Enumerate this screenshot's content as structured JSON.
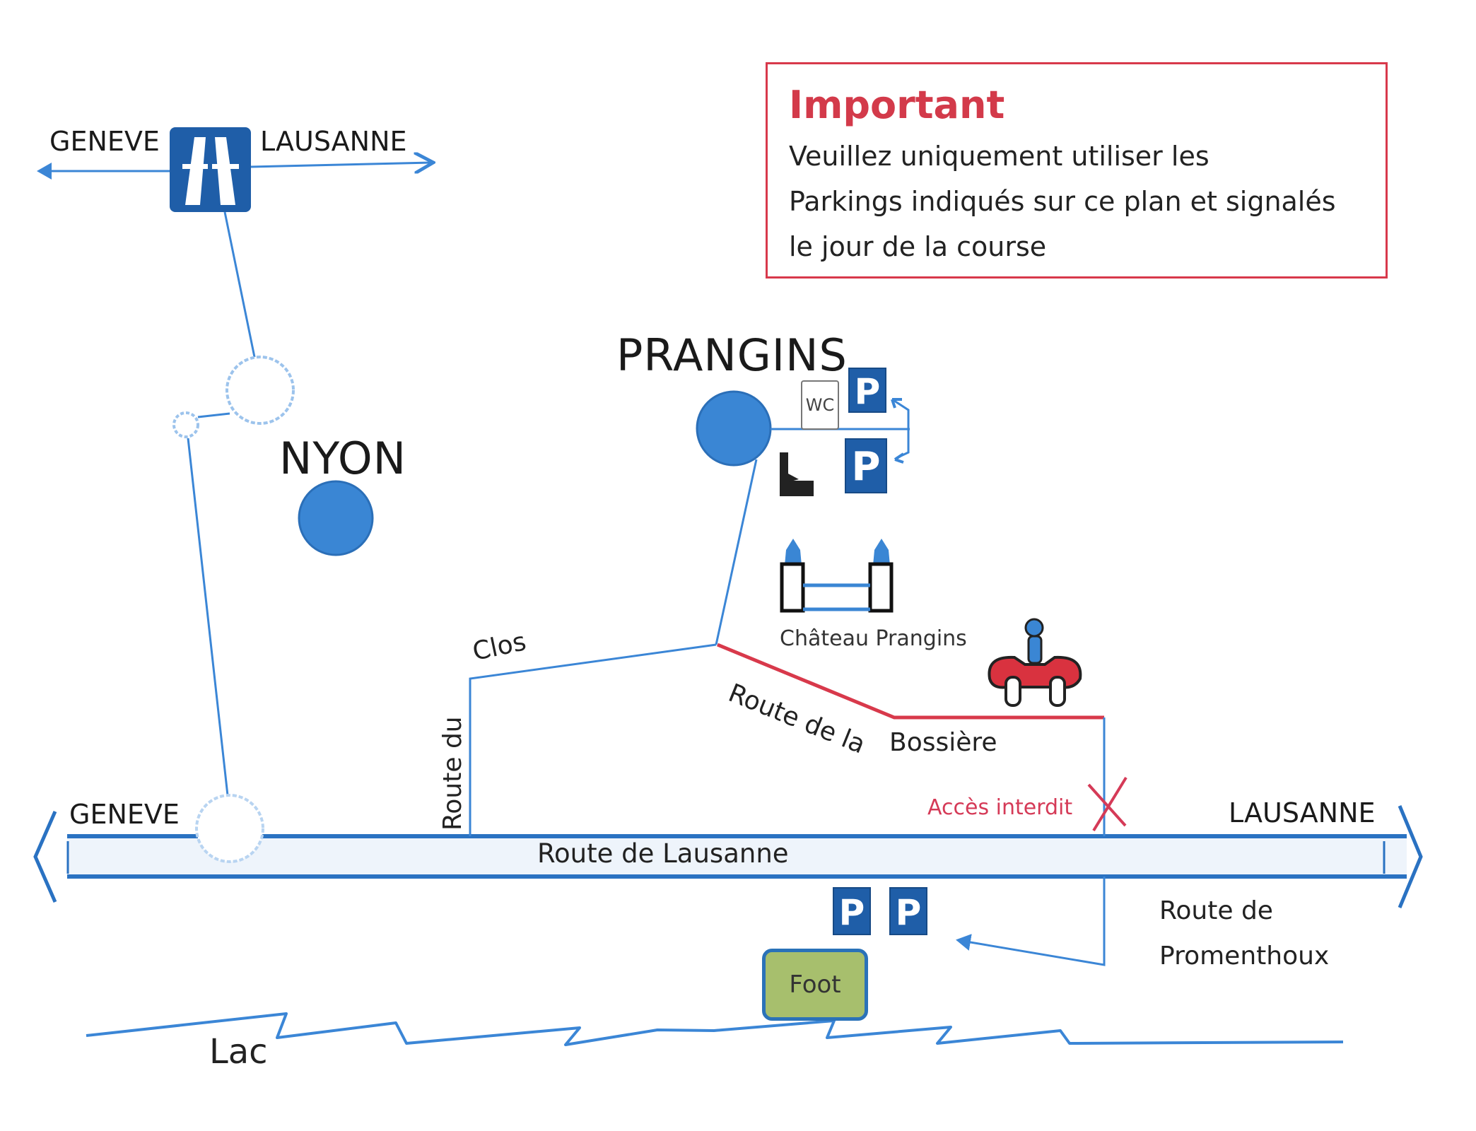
{
  "notice": {
    "title": "Important",
    "lines": [
      "Veuillez uniquement utiliser les",
      "Parkings indiqués sur ce plan et signalés",
      "le jour de la course"
    ]
  },
  "highway": {
    "left_direction": "GENEVE",
    "right_direction": "LAUSANNE",
    "icon": "motorway-icon"
  },
  "places": {
    "nyon": "NYON",
    "prangins": "PRANGINS",
    "chateau": "Château Prangins",
    "foot": "Foot",
    "lake": "Lac"
  },
  "roads": {
    "main_road": "Route de Lausanne",
    "main_left": "GENEVE",
    "main_right": "LAUSANNE",
    "route_du": "Route du",
    "clos": "Clos",
    "bossiere_part1": "Route de la",
    "bossiere_part2": "Bossière",
    "promenthoux_line1": "Route de",
    "promenthoux_line2": "Promenthoux"
  },
  "restrictions": {
    "no_access": "Accès interdit"
  },
  "parking": {
    "label": "P",
    "wc_label": "WC"
  },
  "colors": {
    "road_blue": "#3b86d6",
    "parking_blue": "#1f5ea8",
    "restricted_red": "#d8394b",
    "foot_green": "#a7bf6d"
  }
}
